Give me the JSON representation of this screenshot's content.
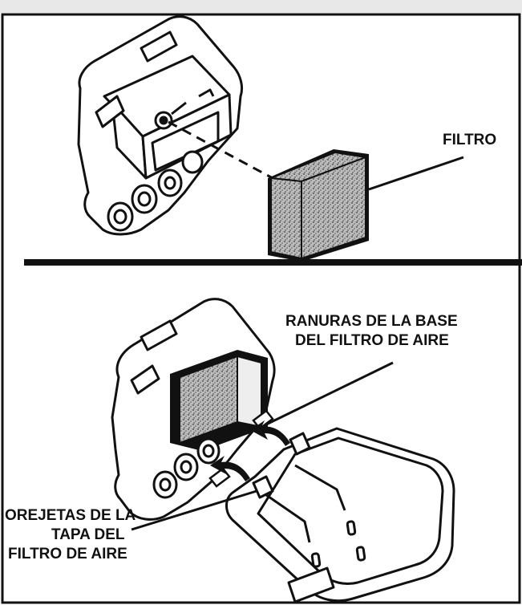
{
  "panels": [
    {
      "id": "top",
      "labels": {
        "filter": "FILTRO"
      }
    },
    {
      "id": "bottom",
      "labels": {
        "slots_line1": "RANURAS DE LA BASE",
        "slots_line2": "DEL FILTRO DE AIRE",
        "tabs_line1": "OREJETAS DE LA",
        "tabs_line2": "TAPA DEL",
        "tabs_line3": "FILTRO DE AIRE"
      }
    }
  ],
  "colors": {
    "ink": "#111111",
    "paper": "#ffffff",
    "foam": "#9a9a9a"
  }
}
